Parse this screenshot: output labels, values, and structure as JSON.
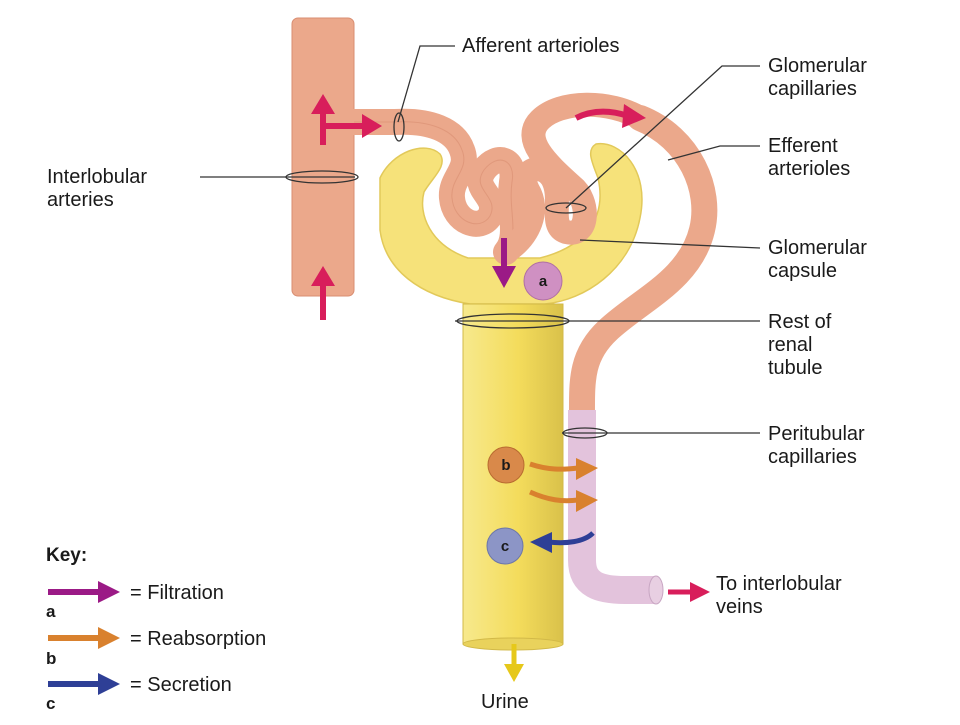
{
  "labels": {
    "afferent": "Afferent arterioles",
    "glomerular_cap_1": "Glomerular",
    "glomerular_cap_2": "capillaries",
    "efferent_1": "Efferent",
    "efferent_2": "arterioles",
    "interlobular_1": "Interlobular",
    "interlobular_2": "arteries",
    "capsule_1": "Glomerular",
    "capsule_2": "capsule",
    "rest_1": "Rest of",
    "rest_2": "renal",
    "rest_3": "tubule",
    "peritubular_1": "Peritubular",
    "peritubular_2": "capillaries",
    "veins_1": "To interlobular",
    "veins_2": "veins",
    "urine": "Urine"
  },
  "badges": {
    "a": "a",
    "b": "b",
    "c": "c"
  },
  "key": {
    "title": "Key:",
    "items": [
      {
        "letter": "a",
        "text": "= Filtration",
        "color": "#9b1a86"
      },
      {
        "letter": "b",
        "text": "= Reabsorption",
        "color": "#d9812e"
      },
      {
        "letter": "c",
        "text": "= Secretion",
        "color": "#2e3f96"
      }
    ]
  },
  "colors": {
    "artery": "#eba88b",
    "capsule": "#f6e27a",
    "tubule": "#f5e16c",
    "peritubular": "#e3c3dc",
    "blood_arrow": "#d81e5b",
    "badge_a": "#cf90c2",
    "badge_b": "#d9894a",
    "badge_c": "#8c95c6",
    "urine_arrow": "#e6c81a"
  }
}
